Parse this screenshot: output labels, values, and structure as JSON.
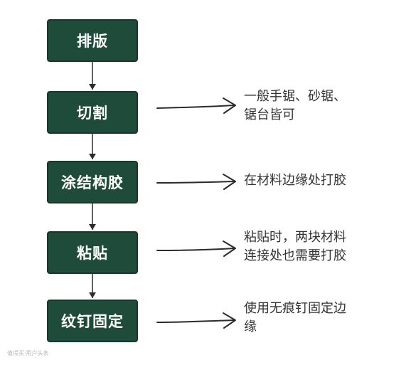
{
  "steps": [
    "排版",
    "切割",
    "涂结构胶",
    "粘贴",
    "纹钉固定"
  ],
  "notes": {
    "cut": [
      "一般手锯、砂锯、",
      "锯台皆可"
    ],
    "glue": [
      "在材料边缘处打胶"
    ],
    "paste": [
      "粘贴时，两块材料",
      "连接处也需要打胶"
    ],
    "nail": [
      "使用无痕钉固定边",
      "缘"
    ]
  },
  "watermark": "值得买·用户头条",
  "colors": {
    "box": "#1e4b3a",
    "line": "#2b2b2b",
    "text": "#333333"
  }
}
